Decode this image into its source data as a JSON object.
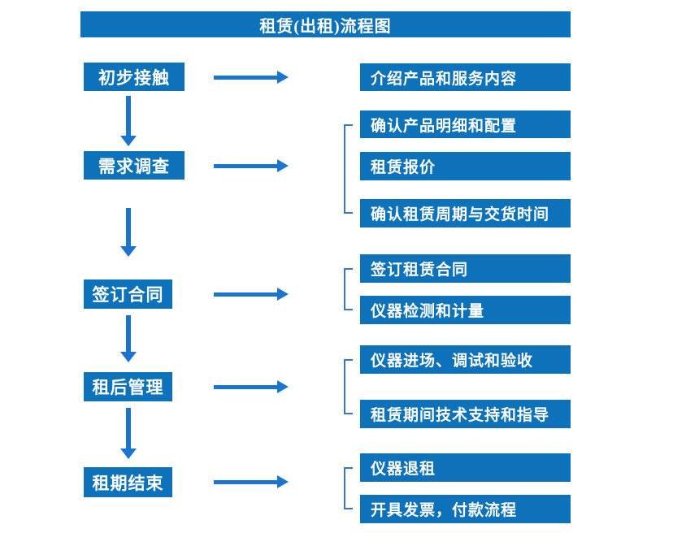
{
  "title": "租赁(出租)流程图",
  "colors": {
    "box_blue": "#0E72BA",
    "arrow_blue": "#1B74D0",
    "bracket_blue": "#3A78C2",
    "text_white": "#FFFFFF"
  },
  "stages": [
    {
      "step": "初步接触",
      "details": [
        "介绍产品和服务内容"
      ]
    },
    {
      "step": "需求调查",
      "details": [
        "确认产品明细和配置",
        "租赁报价",
        "确认租赁周期与交货时间"
      ]
    },
    {
      "step": "签订合同",
      "details": [
        "签订租赁合同",
        "仪器检测和计量"
      ]
    },
    {
      "step": "租后管理",
      "details": [
        "仪器进场、调试和验收",
        "租赁期间技术支持和指导"
      ]
    },
    {
      "step": "租期结束",
      "details": [
        "仪器退租",
        "开具发票，付款流程"
      ]
    }
  ]
}
